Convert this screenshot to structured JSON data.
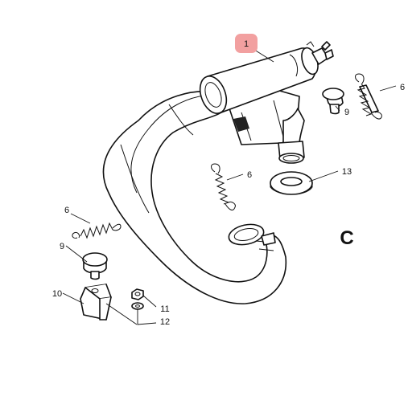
{
  "diagram": {
    "section_letter": "C",
    "highlight_color": "#f2a0a0",
    "callouts": [
      {
        "id": "c1",
        "label": "1",
        "highlighted": true
      },
      {
        "id": "c6a",
        "label": "6"
      },
      {
        "id": "c9a",
        "label": "9"
      },
      {
        "id": "c6b",
        "label": "6"
      },
      {
        "id": "c13",
        "label": "13"
      },
      {
        "id": "c6c",
        "label": "6"
      },
      {
        "id": "c9b",
        "label": "9"
      },
      {
        "id": "c10",
        "label": "10"
      },
      {
        "id": "c11",
        "label": "11"
      },
      {
        "id": "c12",
        "label": "12"
      }
    ]
  }
}
